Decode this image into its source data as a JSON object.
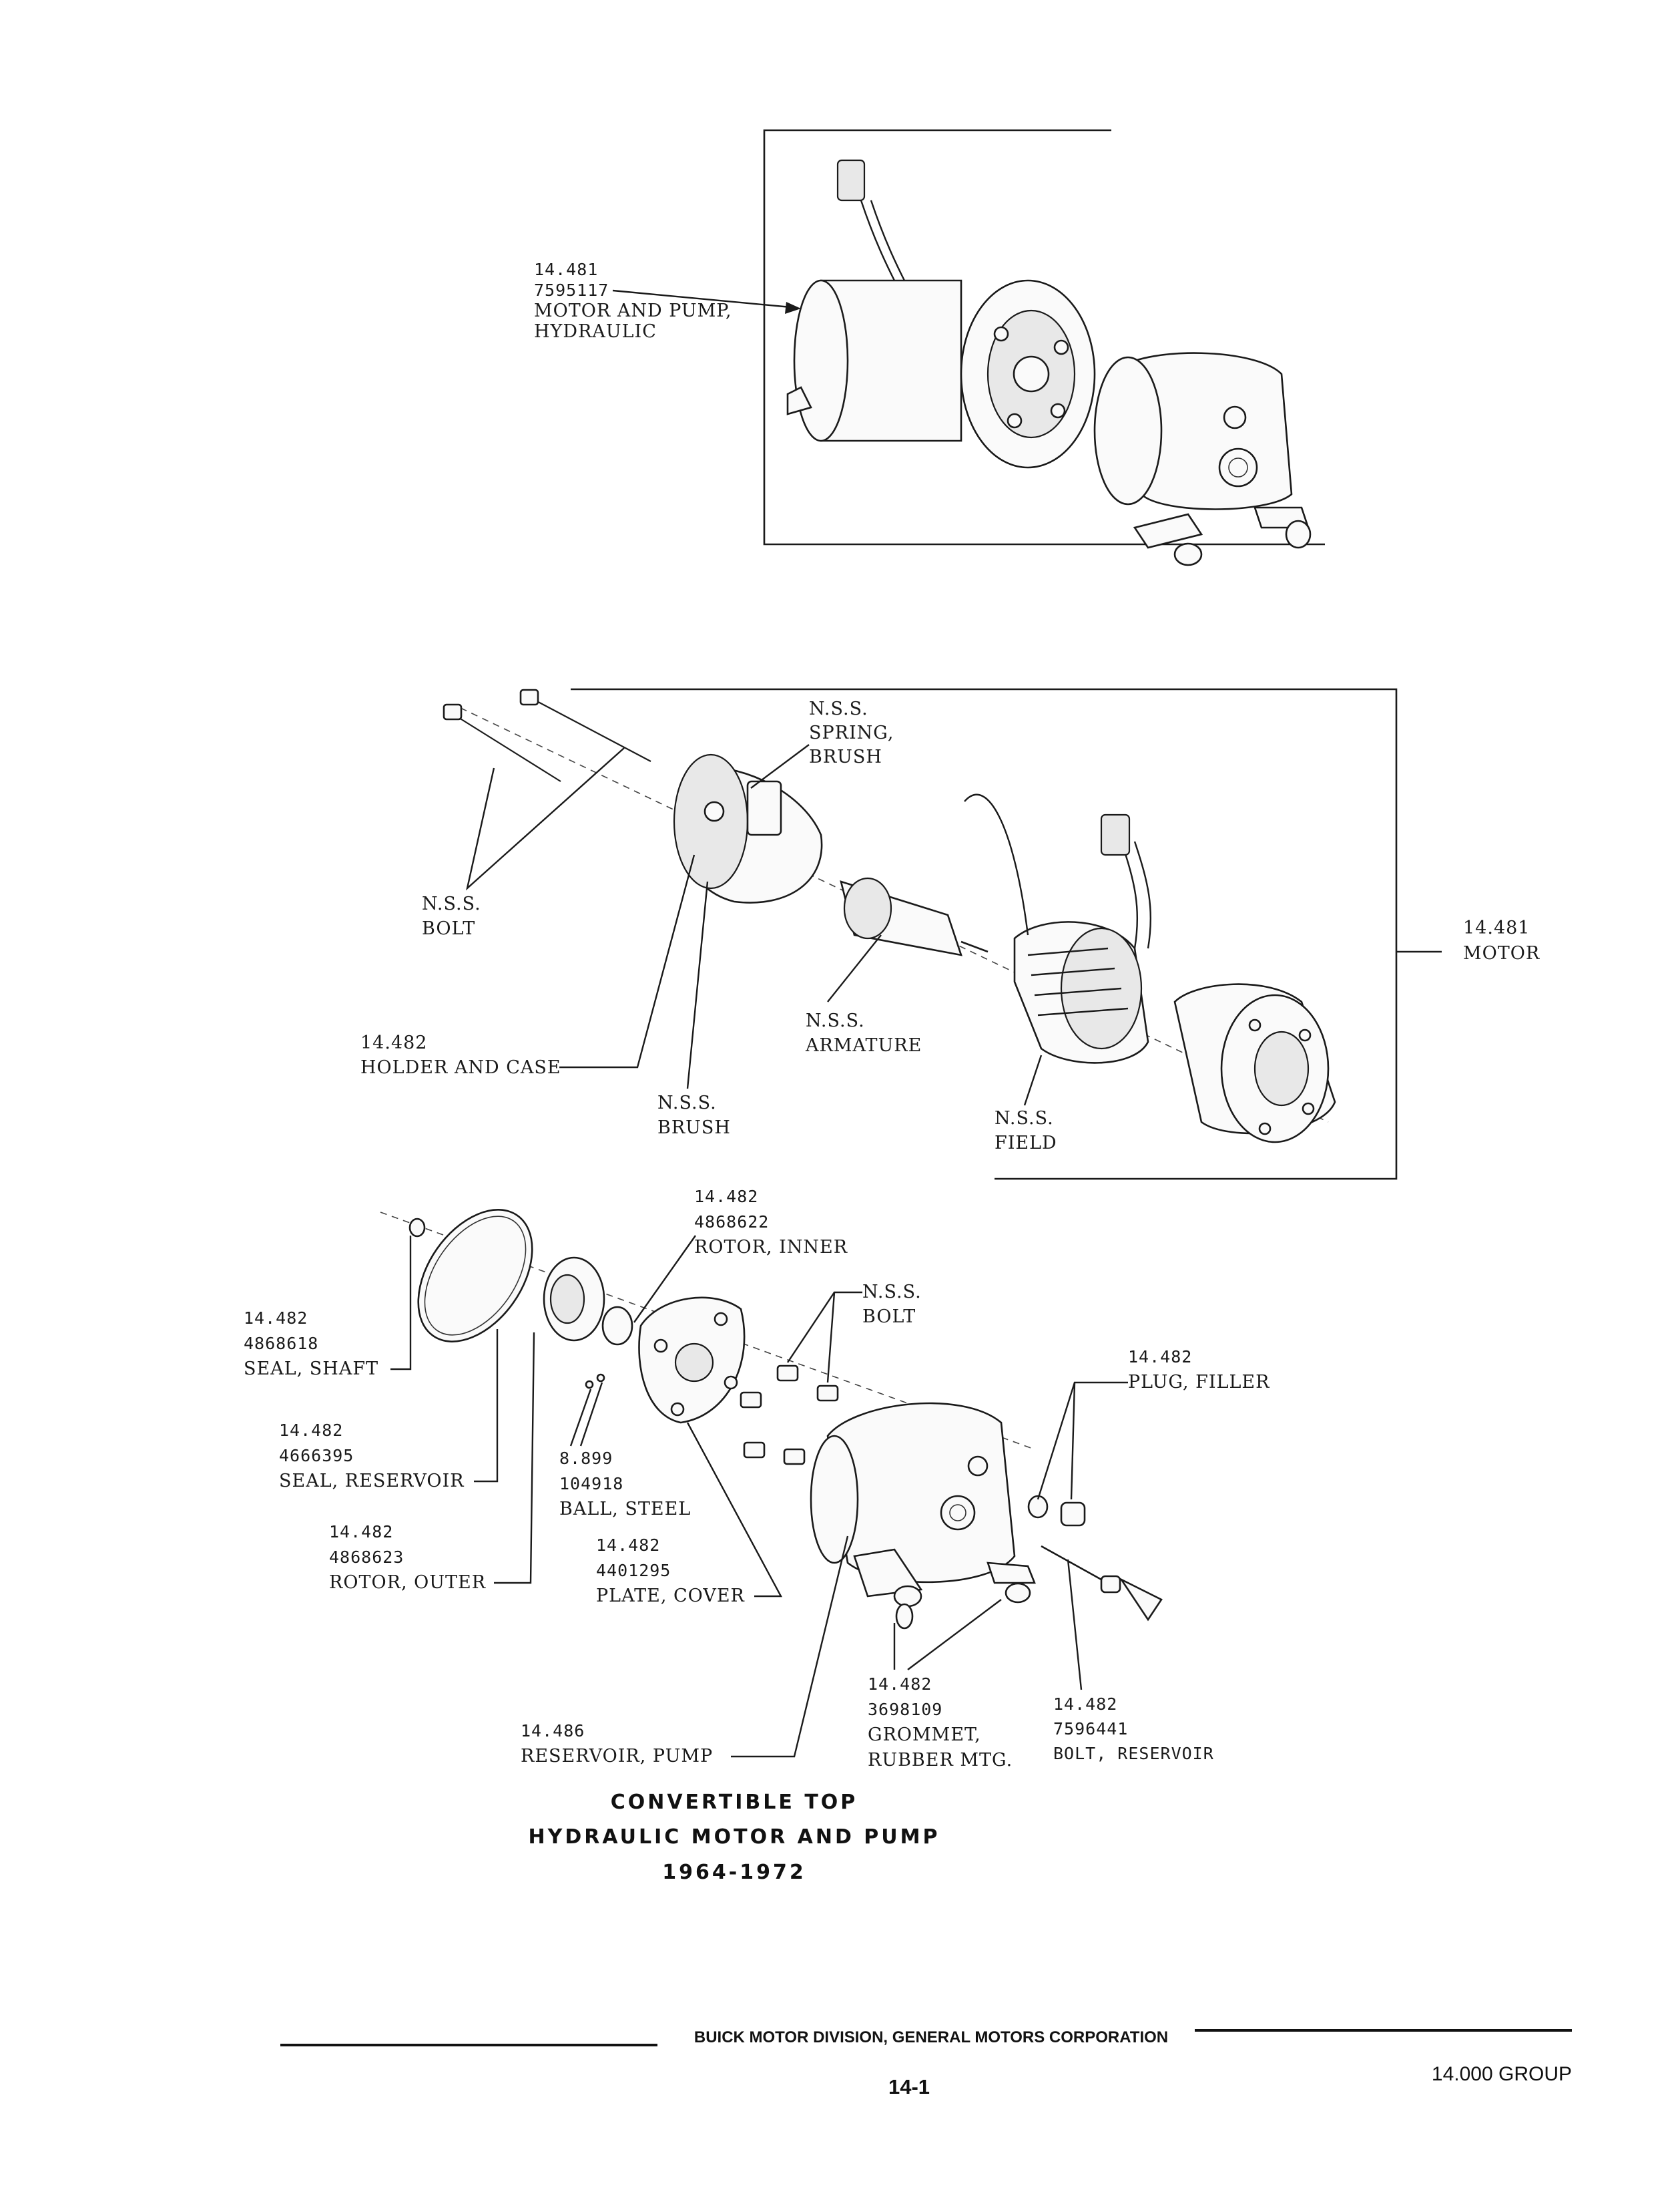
{
  "labels": {
    "motor_pump": [
      "14.481",
      "7595117",
      "MOTOR AND PUMP,",
      "HYDRAULIC"
    ],
    "spring_brush": [
      "N.S.S.",
      "SPRING,",
      "BRUSH"
    ],
    "bolt_top": [
      "N.S.S.",
      "BOLT"
    ],
    "motor": [
      "14.481",
      "MOTOR"
    ],
    "holder_case": [
      "14.482",
      "HOLDER AND CASE"
    ],
    "armature": [
      "N.S.S.",
      "ARMATURE"
    ],
    "brush": [
      "N.S.S.",
      "BRUSH"
    ],
    "field": [
      "N.S.S.",
      "FIELD"
    ],
    "rotor_inner": [
      "14.482",
      "4868622",
      "ROTOR, INNER"
    ],
    "bolt_mid": [
      "N.S.S.",
      "BOLT"
    ],
    "seal_shaft": [
      "14.482",
      "4868618",
      "SEAL, SHAFT"
    ],
    "plug_filler": [
      "14.482",
      "PLUG, FILLER"
    ],
    "seal_reservoir": [
      "14.482",
      "4666395",
      "SEAL, RESERVOIR"
    ],
    "ball_steel": [
      "8.899",
      "104918",
      "BALL, STEEL"
    ],
    "rotor_outer": [
      "14.482",
      "4868623",
      "ROTOR, OUTER"
    ],
    "plate_cover": [
      "14.482",
      "4401295",
      "PLATE, COVER"
    ],
    "grommet": [
      "14.482",
      "3698109",
      "GROMMET,",
      "RUBBER MTG."
    ],
    "bolt_reservoir": [
      "14.482",
      "7596441",
      "BOLT, RESERVOIR"
    ],
    "reservoir_pump": [
      "14.486",
      "RESERVOIR, PUMP"
    ]
  },
  "caption": [
    "CONVERTIBLE TOP",
    "HYDRAULIC MOTOR AND PUMP",
    "1964-1972"
  ],
  "footer": {
    "corporation": "BUICK MOTOR DIVISION, GENERAL MOTORS CORPORATION",
    "page": "14-1",
    "group": "14.000 GROUP"
  }
}
